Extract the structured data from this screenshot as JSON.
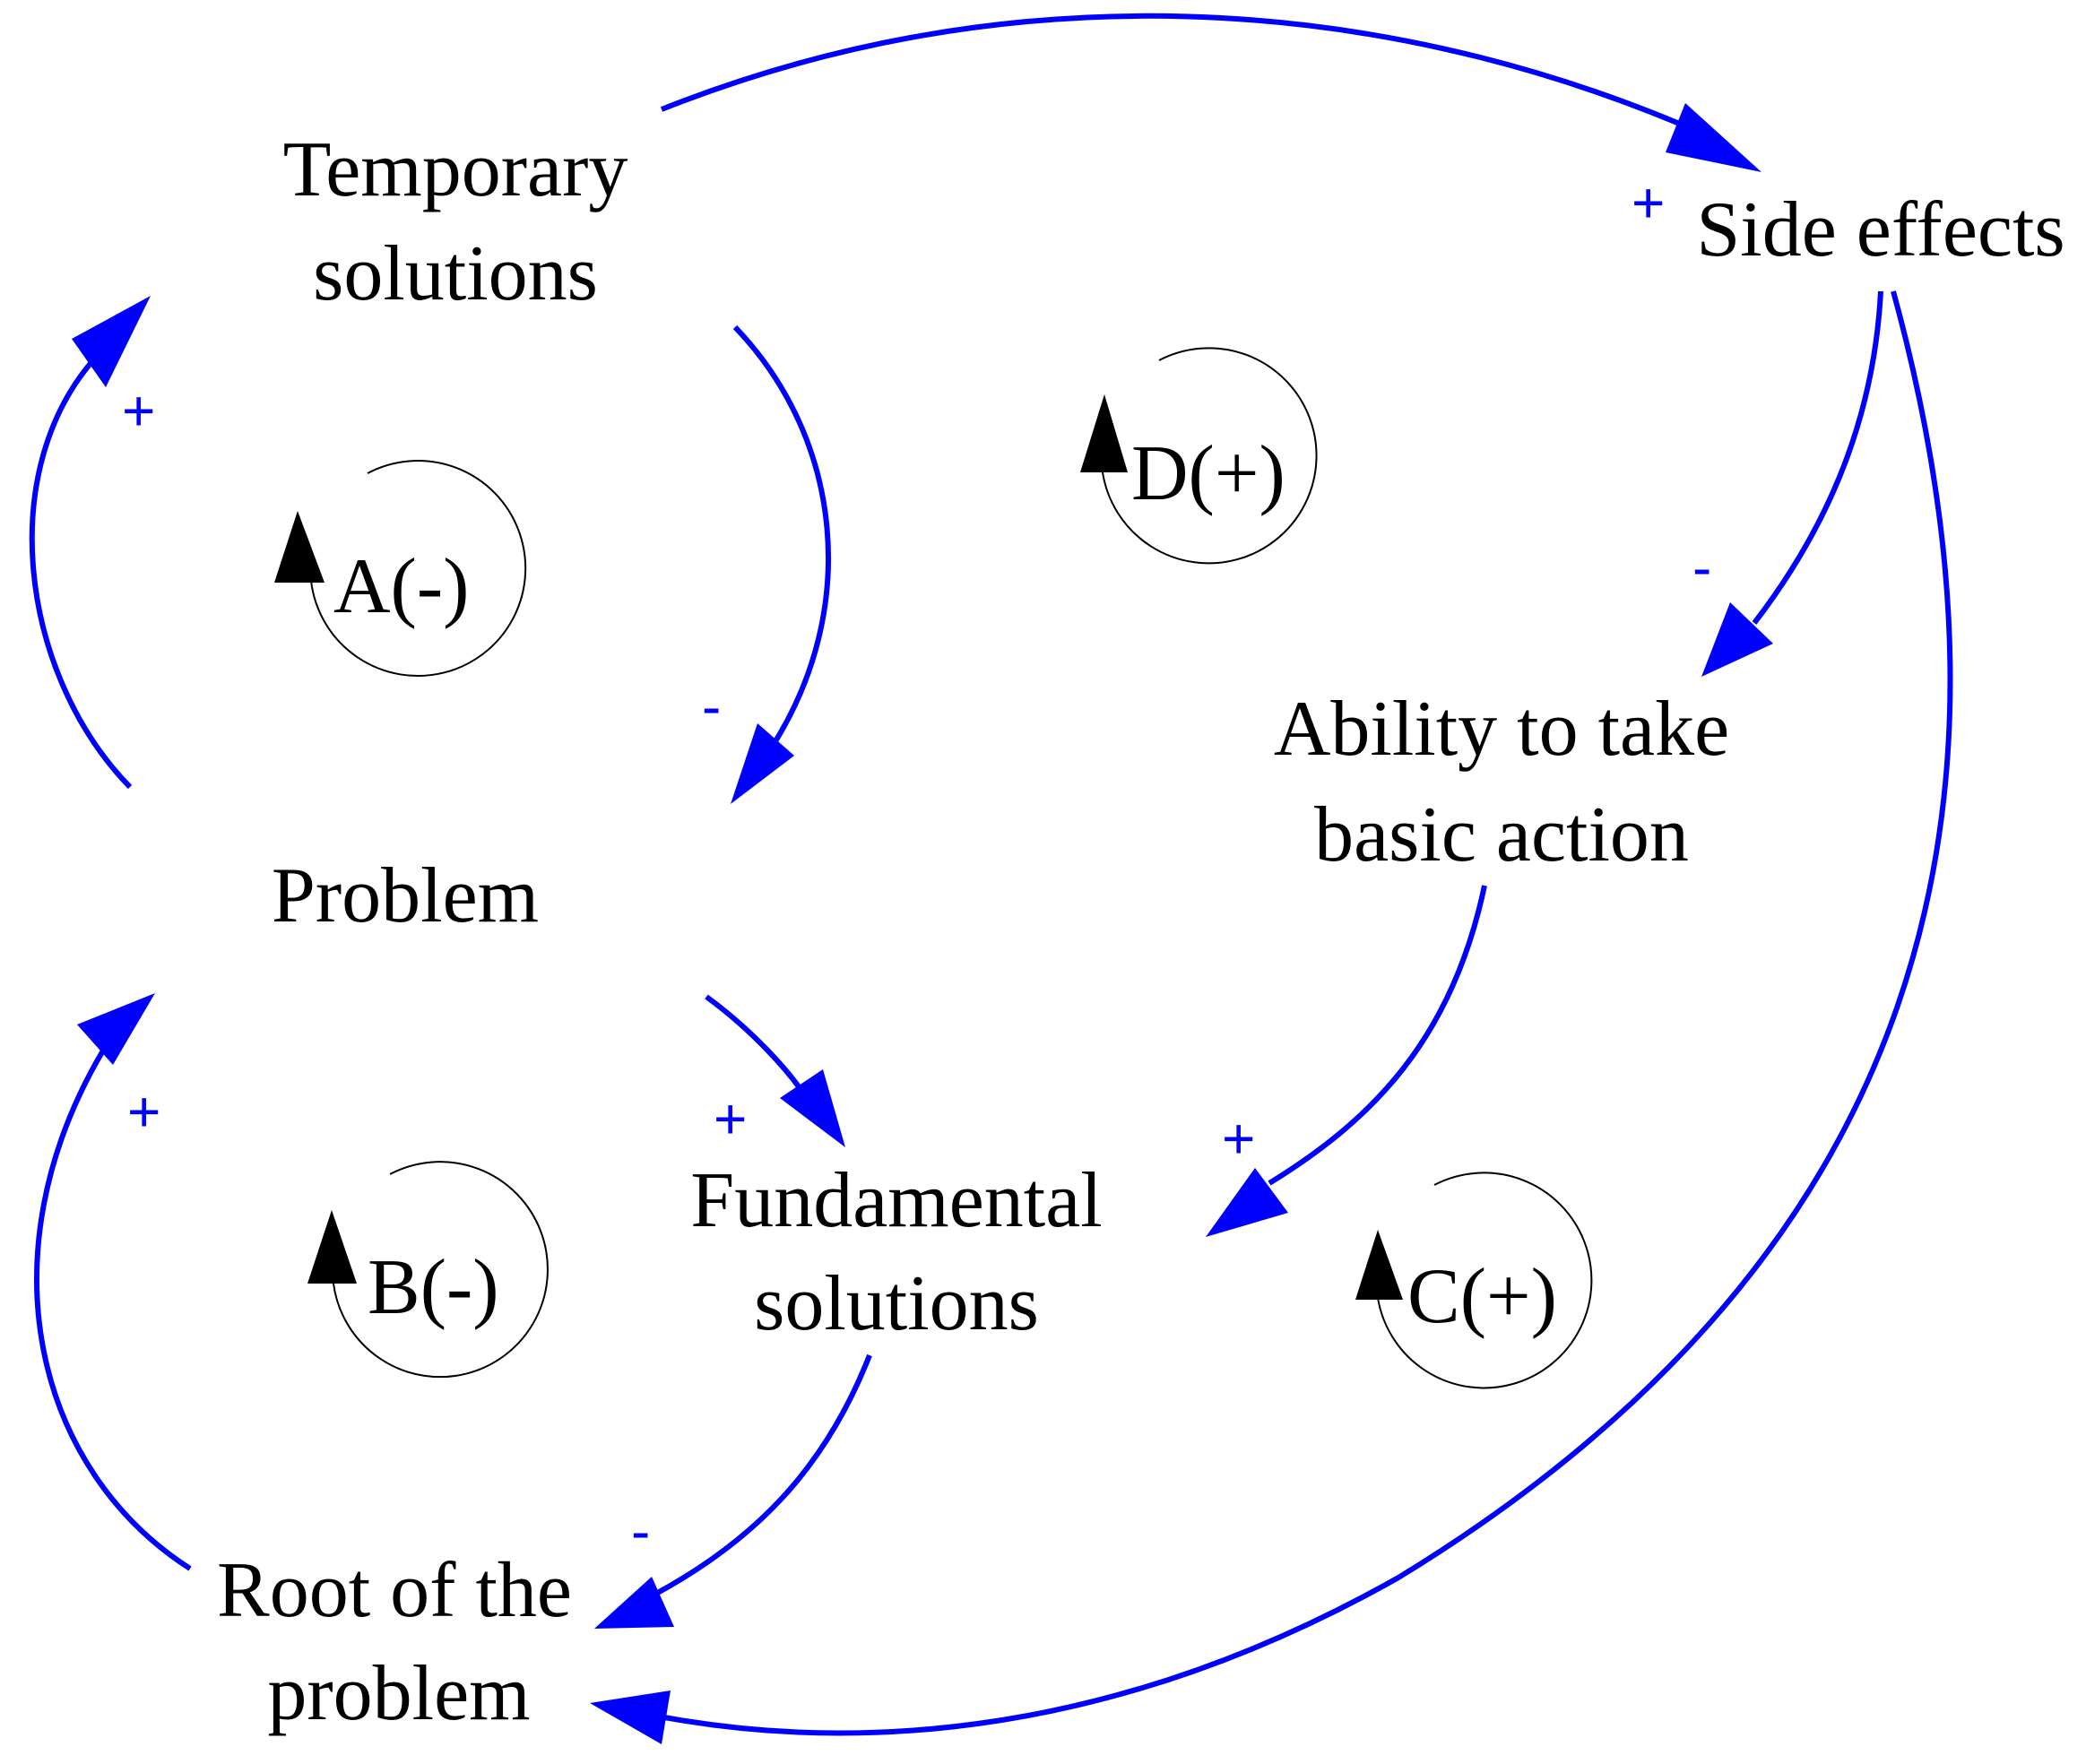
{
  "diagram": {
    "type": "causal-loop-diagram",
    "colors": {
      "link": "#0000ff",
      "text": "#000000",
      "polarity": "#0000ff",
      "loop": "#000000"
    },
    "nodes": {
      "temporary_solutions": [
        "Temporary",
        "solutions"
      ],
      "side_effects": [
        "Side effects"
      ],
      "problem": [
        "Problem"
      ],
      "ability_to_take_basic_action": [
        "Ability to take",
        "basic action"
      ],
      "fundamental_solutions": [
        "Fundamental",
        "solutions"
      ],
      "root_of_the_problem": [
        "Root of the",
        "problem"
      ]
    },
    "loops": {
      "a": "A(-)",
      "b": "B(-)",
      "c": "C(+)",
      "d": "D(+)"
    },
    "links": [
      {
        "from": "Problem",
        "to": "Temporary solutions",
        "polarity": "+"
      },
      {
        "from": "Temporary solutions",
        "to": "Problem",
        "polarity": "-"
      },
      {
        "from": "Temporary solutions",
        "to": "Side effects",
        "polarity": "+"
      },
      {
        "from": "Side effects",
        "to": "Ability to take basic action",
        "polarity": "-"
      },
      {
        "from": "Side effects",
        "to": "Root of the problem",
        "polarity": ""
      },
      {
        "from": "Ability to take basic action",
        "to": "Fundamental solutions",
        "polarity": "+"
      },
      {
        "from": "Problem",
        "to": "Fundamental solutions",
        "polarity": "+"
      },
      {
        "from": "Fundamental solutions",
        "to": "Root of the problem",
        "polarity": "-"
      },
      {
        "from": "Root of the problem",
        "to": "Problem",
        "polarity": "+"
      }
    ]
  }
}
